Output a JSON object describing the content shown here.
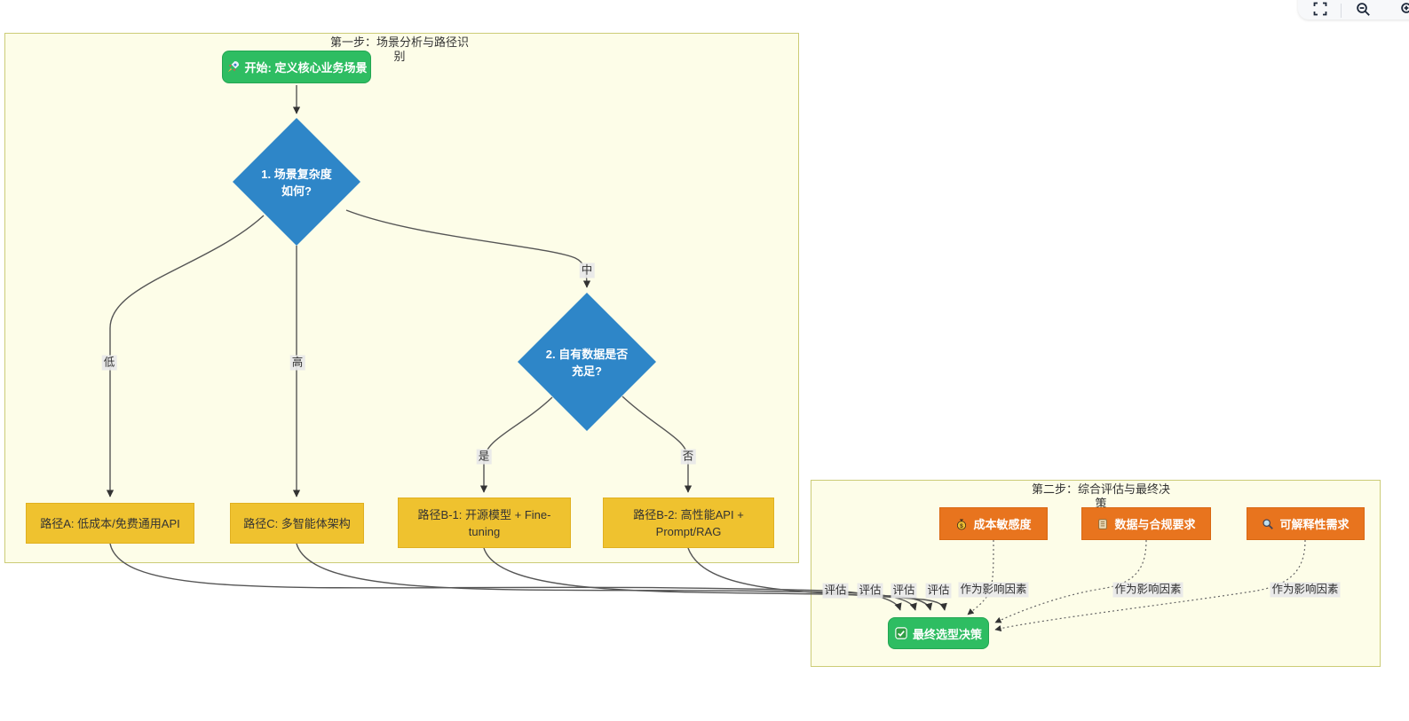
{
  "colors": {
    "subgraph_fill": "#FDFDE8",
    "subgraph_border": "#CCCC77",
    "decision_blue": "#2E86C8",
    "start_green": "#2EBD62",
    "path_gold": "#EFC22F",
    "factor_orange": "#E8741E",
    "edge_gray": "#555555",
    "edge_label_bg": "#E8E8E8",
    "text_dark": "#333333"
  },
  "toolbar": {
    "buttons": [
      {
        "icon": "fullscreen-icon"
      },
      {
        "icon": "zoom-out-icon"
      },
      {
        "icon": "zoom-in-icon"
      }
    ]
  },
  "subgraphs": [
    {
      "title": "第一步：场景分析与路径识别",
      "title_lines": [
        "第一步：场景分析与路径识",
        "别"
      ]
    },
    {
      "title": "第二步：综合评估与最终决策",
      "title_lines": [
        "第二步：综合评估与最终决",
        "策"
      ]
    }
  ],
  "nodes": {
    "start": {
      "icon": "rocket-icon",
      "label": "开始: 定义核心业务场景"
    },
    "decision1": {
      "label": "1. 场景复杂度如何?"
    },
    "decision2": {
      "label": "2. 自有数据是否充足?"
    },
    "pathA": {
      "label": "路径A: 低成本/免费通用API"
    },
    "pathC": {
      "label": "路径C: 多智能体架构"
    },
    "pathB1": {
      "label": "路径B-1: 开源模型 + Fine-tuning"
    },
    "pathB2": {
      "label": "路径B-2: 高性能API + Prompt/RAG"
    },
    "factorCost": {
      "icon": "money-bag-icon",
      "label": "成本敏感度"
    },
    "factorData": {
      "icon": "scroll-icon",
      "label": "数据与合规要求"
    },
    "factorExplain": {
      "icon": "magnifier-icon",
      "label": "可解释性需求"
    },
    "final": {
      "icon": "check-icon",
      "label": "最终选型决策"
    }
  },
  "edge_labels": {
    "low": "低",
    "high": "高",
    "mid": "中",
    "yes": "是",
    "no": "否",
    "eval1": "评估",
    "eval2": "评估",
    "eval3": "评估",
    "eval4": "评估",
    "factor1": "作为影响因素",
    "factor2": "作为影响因素",
    "factor3": "作为影响因素"
  }
}
